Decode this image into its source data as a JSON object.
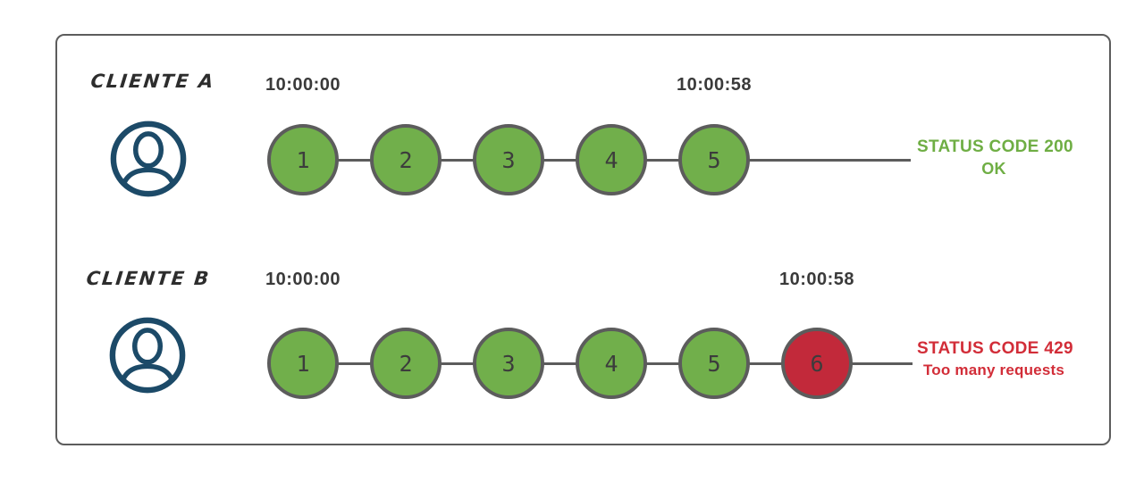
{
  "colors": {
    "green": "#71af4b",
    "red": "#c2293a",
    "line_gray": "#5c5c5c",
    "text_dark": "#3a3a3a",
    "avatar_navy": "#1c4a68",
    "status_green": "#6fae44",
    "status_red": "#d22d38"
  },
  "rows": [
    {
      "client": "CLIENTE A",
      "avatar_icon": "user-avatar-icon",
      "start_time": "10:00:00",
      "end_time": "10:00:58",
      "requests": [
        {
          "label": "1",
          "status": "accepted"
        },
        {
          "label": "2",
          "status": "accepted"
        },
        {
          "label": "3",
          "status": "accepted"
        },
        {
          "label": "4",
          "status": "accepted"
        },
        {
          "label": "5",
          "status": "accepted"
        }
      ],
      "status": {
        "line1": "STATUS CODE 200",
        "line2": "OK",
        "type": "success"
      }
    },
    {
      "client": "CLIENTE B",
      "avatar_icon": "user-avatar-icon",
      "start_time": "10:00:00",
      "end_time": "10:00:58",
      "requests": [
        {
          "label": "1",
          "status": "accepted"
        },
        {
          "label": "2",
          "status": "accepted"
        },
        {
          "label": "3",
          "status": "accepted"
        },
        {
          "label": "4",
          "status": "accepted"
        },
        {
          "label": "5",
          "status": "accepted"
        },
        {
          "label": "6",
          "status": "rejected"
        }
      ],
      "status": {
        "line1": "STATUS CODE 429",
        "line2": "Too many requests",
        "type": "error"
      }
    }
  ]
}
